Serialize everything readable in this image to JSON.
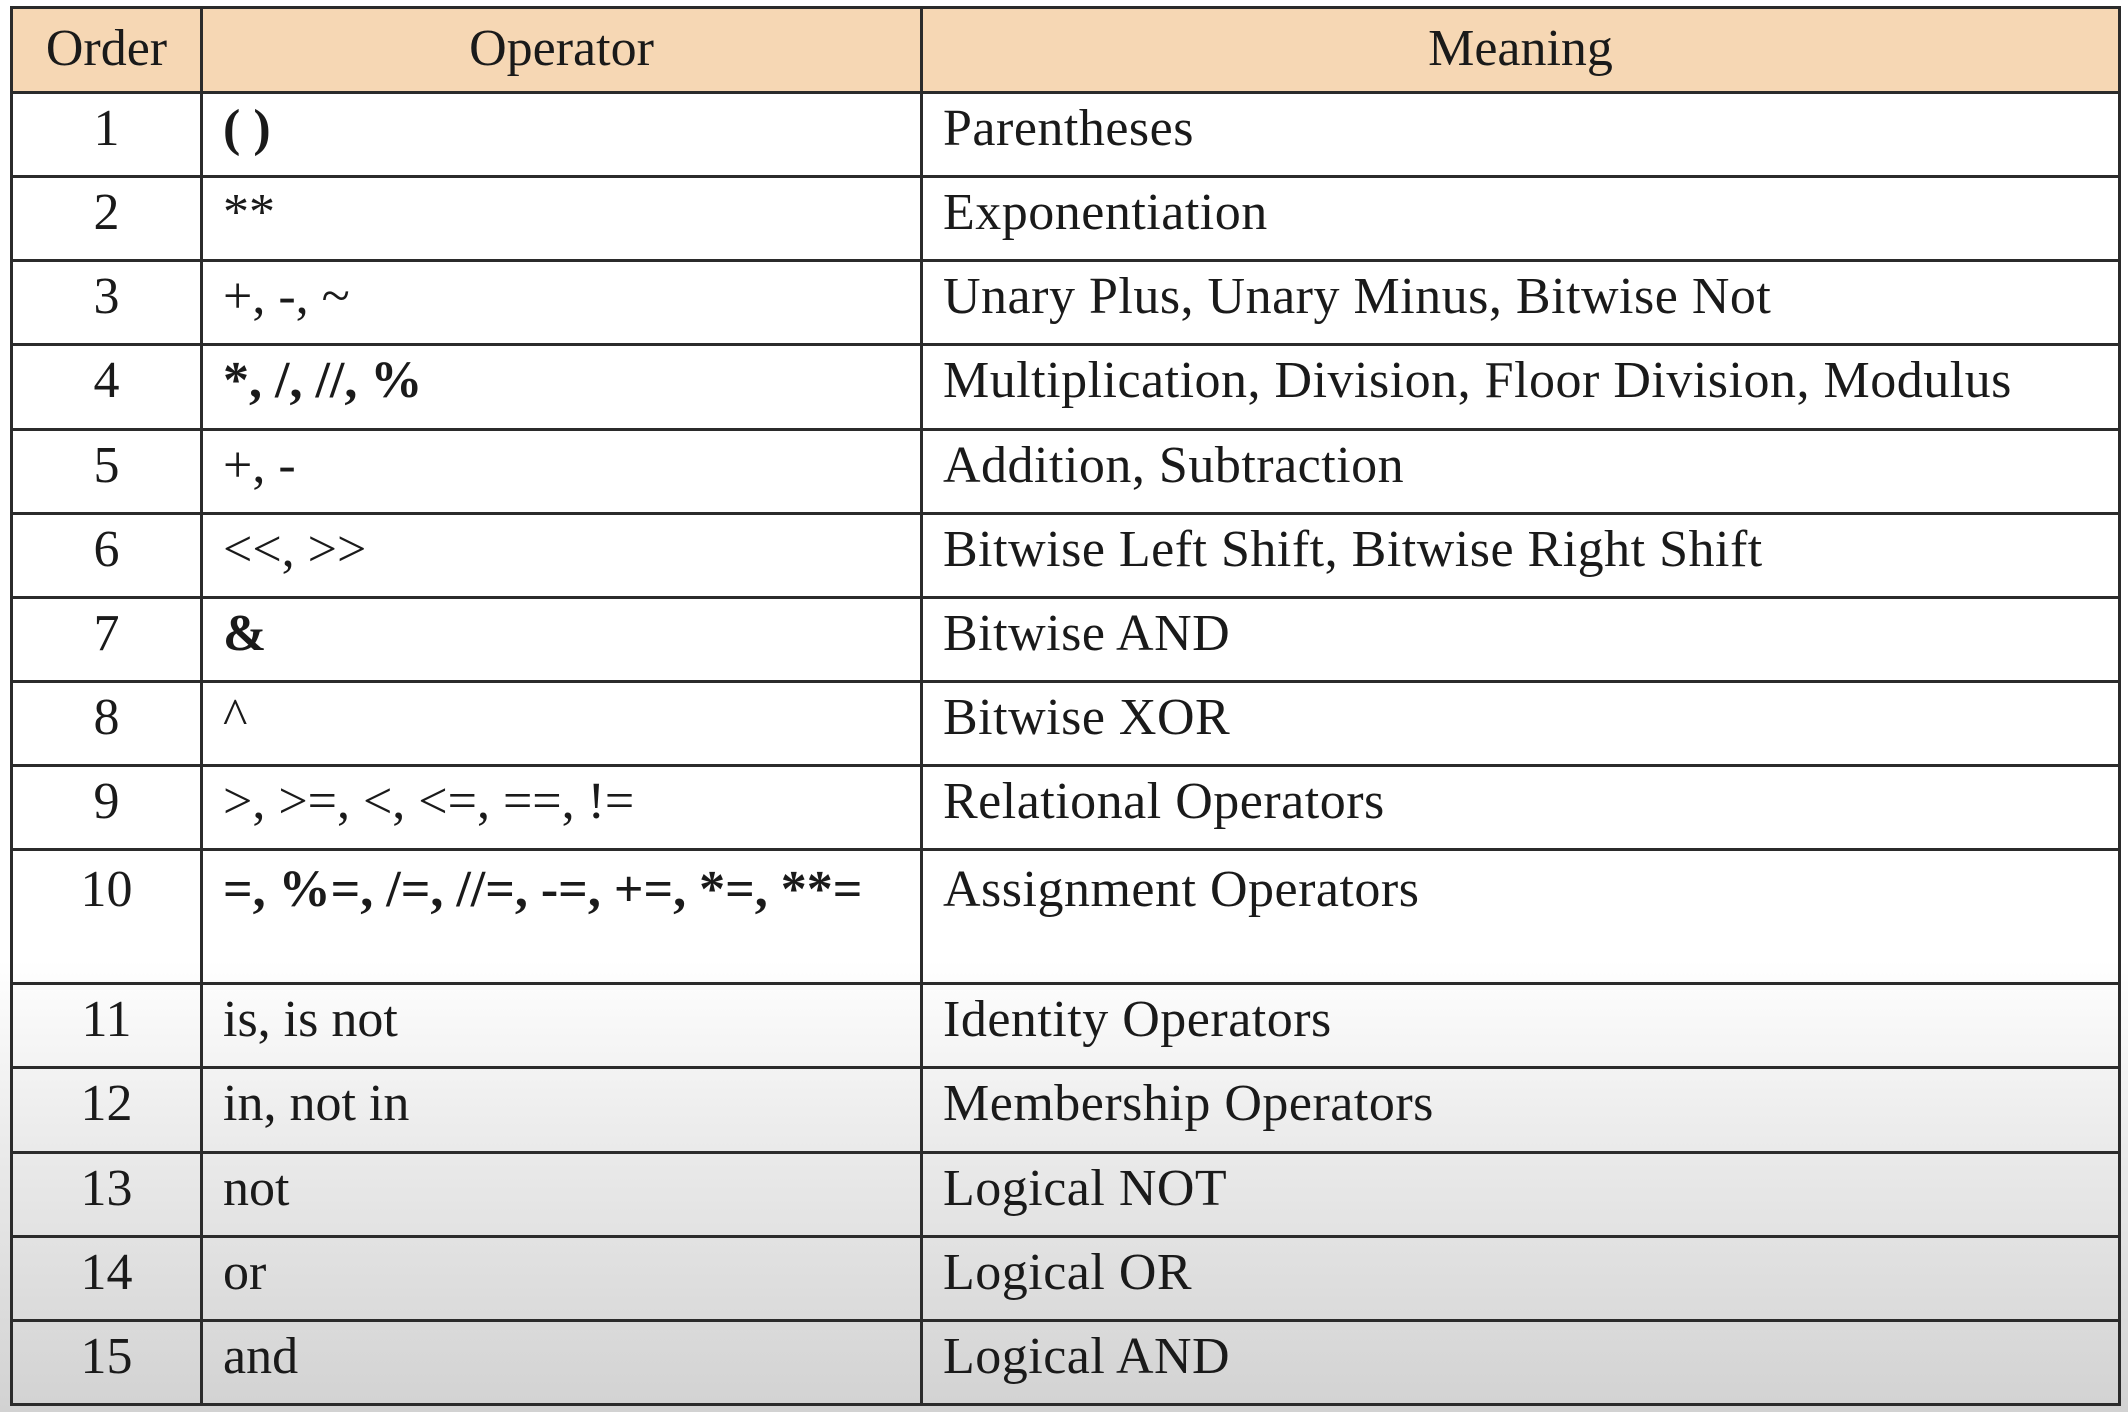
{
  "table": {
    "headers": {
      "order": "Order",
      "operator": "Operator",
      "meaning": "Meaning"
    },
    "header_color": "#f6d7b4",
    "rows": [
      {
        "order": "1",
        "operator": "( )",
        "meaning": "Parentheses"
      },
      {
        "order": "2",
        "operator": "**",
        "meaning": "Exponentiation"
      },
      {
        "order": "3",
        "operator": "+, -, ~",
        "meaning": "Unary Plus, Unary Minus, Bitwise Not"
      },
      {
        "order": "4",
        "operator": "*, /, //, %",
        "meaning": "Multiplication, Division, Floor Division, Modulus"
      },
      {
        "order": "5",
        "operator": "+, -",
        "meaning": "Addition, Subtraction"
      },
      {
        "order": "6",
        "operator": "<<, >>",
        "meaning": "Bitwise Left Shift, Bitwise Right Shift"
      },
      {
        "order": "7",
        "operator": "&",
        "meaning": "Bitwise AND"
      },
      {
        "order": "8",
        "operator": "^",
        "meaning": "Bitwise XOR"
      },
      {
        "order": "9",
        "operator": ">, >=, <, <=, ==, !=",
        "meaning": "Relational Operators"
      },
      {
        "order": "10",
        "operator": "=, %=, /=, //=, -=, +=, *=, **=",
        "meaning": "Assignment Operators"
      },
      {
        "order": "11",
        "operator": "is, is not",
        "meaning": "Identity Operators"
      },
      {
        "order": "12",
        "operator": "in, not in",
        "meaning": "Membership Operators"
      },
      {
        "order": "13",
        "operator": "not",
        "meaning": "Logical NOT"
      },
      {
        "order": "14",
        "operator": "or",
        "meaning": "Logical OR"
      },
      {
        "order": "15",
        "operator": "and",
        "meaning": "Logical AND"
      }
    ]
  }
}
